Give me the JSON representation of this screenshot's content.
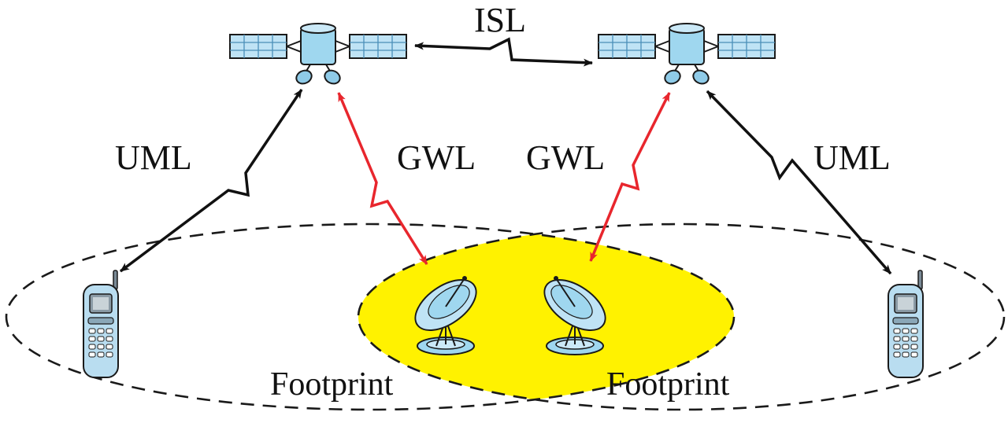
{
  "labels": {
    "isl": "ISL",
    "uml_left": "UML",
    "gwl_left": "GWL",
    "gwl_right": "GWL",
    "uml_right": "UML",
    "footprint_left": "Footprint",
    "footprint_right": "Footprint"
  },
  "colors": {
    "user_link": "#111111",
    "gateway_link": "#e8262d",
    "overlap_fill": "#fff200",
    "satellite_body": "#9fd7ef",
    "solar_panel": "#bfe3f5",
    "phone_body": "#b9ddf0",
    "outline": "#1a1a1a"
  },
  "icons": {
    "satellite": "satellite-icon",
    "phone": "mobile-phone-icon",
    "dish": "satellite-dish-icon"
  }
}
